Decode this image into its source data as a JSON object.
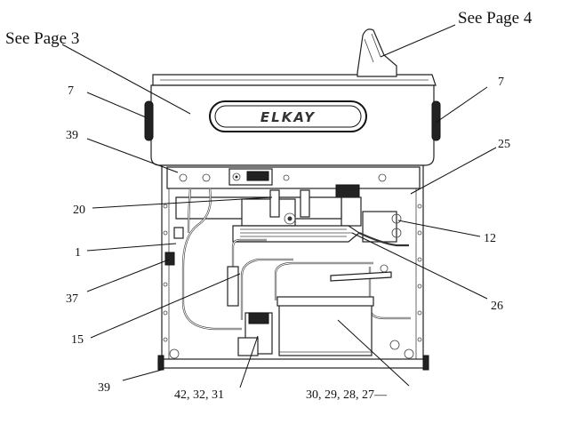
{
  "page_refs": {
    "left": "See Page 3",
    "right": "See Page 4"
  },
  "brand": "ELKAY",
  "callouts": {
    "c7_left": "7",
    "c7_right": "7",
    "c39_top": "39",
    "c25": "25",
    "c20": "20",
    "c12": "12",
    "c1": "1",
    "c37": "37",
    "c26": "26",
    "c15": "15",
    "c39_bottom": "39",
    "c42_32_31": "42, 32, 31",
    "c30_29_28_27": "30, 29, 28, 27—"
  }
}
